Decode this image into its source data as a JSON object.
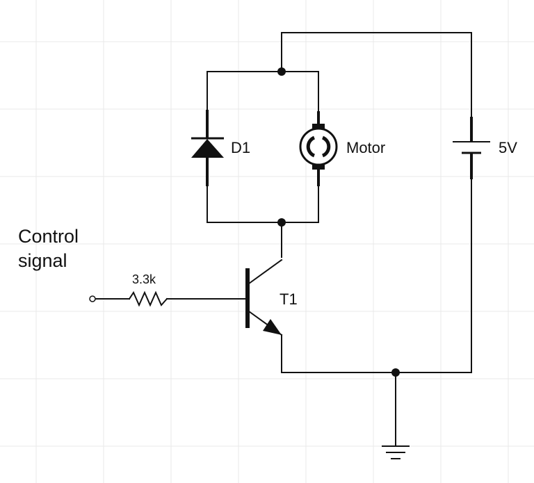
{
  "labels": {
    "input_line1": "Control",
    "input_line2": "signal",
    "resistor": "3.3k",
    "diode": "D1",
    "motor": "Motor",
    "battery": "5V",
    "transistor": "T1"
  },
  "colors": {
    "ink": "#111111",
    "grid": "#e8e8e8",
    "background": "#ffffff"
  }
}
